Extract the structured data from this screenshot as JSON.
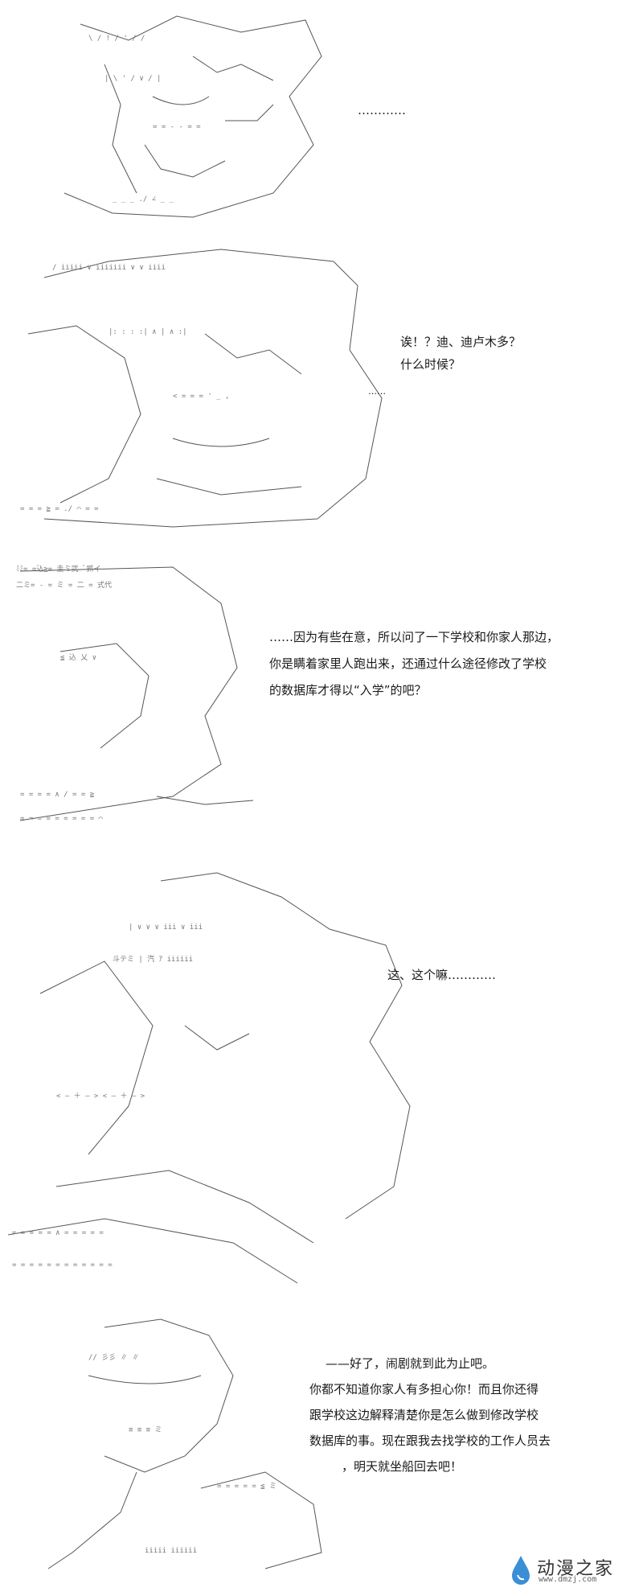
{
  "panels": [
    {
      "id": "panel-1",
      "dialogue": [
        "…………"
      ]
    },
    {
      "id": "panel-2",
      "dialogue": [
        "诶！？迪、迪卢木多？",
        "什么时候？"
      ],
      "sfx": "……"
    },
    {
      "id": "panel-3",
      "dialogue": [
        "……因为有些在意，所以问了一下学校和你家人那边，",
        "你是瞒着家里人跑出来，还通过什么途径修改了学校",
        "的数据库才得以“入学”的吧？"
      ]
    },
    {
      "id": "panel-4",
      "dialogue": [
        "这、这个嘛…………"
      ]
    },
    {
      "id": "panel-5",
      "dialogue": [
        "——好了，闹剧就到此为止吧。",
        "你都不知道你家人有多担心你！而且你还得",
        "跟学校这边解释清楚你是怎么做到修改学校",
        "数据库的事。现在跟我去找学校的工作人员去",
        "，明天就坐船回去吧！"
      ]
    }
  ],
  "watermark": {
    "brand": "动漫之家",
    "url": "www.dmzj.com",
    "icon": "drop-logo-icon"
  },
  "colors": {
    "ink": "#1a1a1a",
    "art_line": "#555555",
    "accent": "#3a8fd6"
  }
}
